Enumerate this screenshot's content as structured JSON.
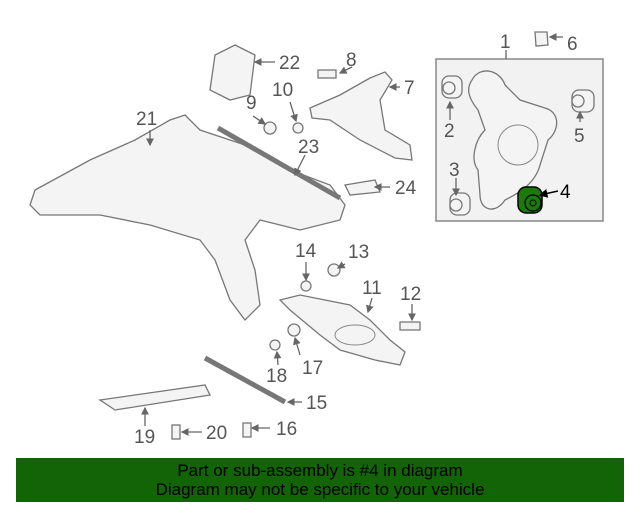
{
  "diagram": {
    "callouts": [
      "1",
      "2",
      "3",
      "4",
      "5",
      "6",
      "7",
      "8",
      "9",
      "10",
      "11",
      "12",
      "13",
      "14",
      "15",
      "16",
      "17",
      "18",
      "19",
      "20",
      "21",
      "22",
      "23",
      "24"
    ],
    "highlighted_part": "4",
    "highlight_color": "#1a7a0a"
  },
  "banner": {
    "line1": "Part or sub-assembly is #4 in diagram",
    "line2": "Diagram may not be specific to your vehicle",
    "background": "#136307"
  }
}
